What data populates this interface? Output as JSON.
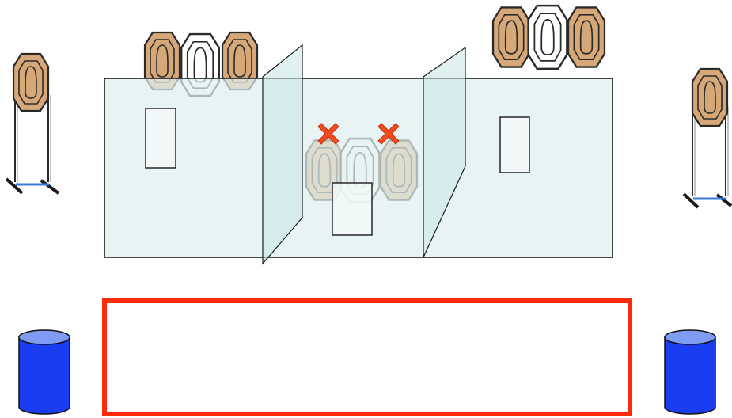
{
  "colors": {
    "background": "#ffffff",
    "target_tan": "#d6a878",
    "target_white": "#ffffff",
    "target_outline": "#2a2a2a",
    "wall_fill": "#dff0f0",
    "wall_stroke": "#1a1a1a",
    "partition_fill": "#c8e6e6",
    "no_shoot_x": "#f24a1d",
    "shooting_box": "#ff2a0a",
    "barrel_blue": "#1a3df0",
    "barrel_top": "#7f9cf5",
    "stand_base": "#3a78d6"
  },
  "icons": {
    "target": "ipsc-target-icon",
    "no_shoot": "no-shoot-x-icon",
    "barrel": "barrel-icon",
    "stand": "target-stand-icon"
  },
  "elements": {
    "stand_targets": 2,
    "target_clusters": 3,
    "wall_ports": 3,
    "partitions": 2,
    "no_shoot_marks": 2,
    "barrels": 2
  }
}
